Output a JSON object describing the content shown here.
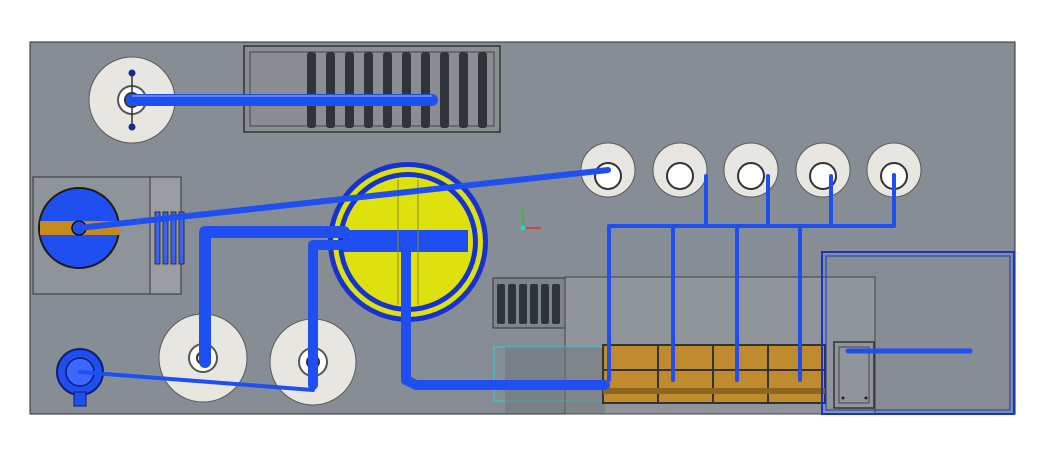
{
  "scene": {
    "view": "top",
    "colors": {
      "background": "#ffffff",
      "floor": "#868d95",
      "floor_outline": "#2a2e33",
      "pipe": "#1f4ff0",
      "pipe_dark": "#0f2fb8",
      "tank_fill": "#e8e6e1",
      "yellow_disc": "#dfe10f",
      "tray_brown": "#c08a2e",
      "louver_dark": "#2f3438",
      "outline_blue": "#1632d0",
      "vent_grey": "#8b8f94"
    },
    "legend": [],
    "equipment": [
      "round-tank",
      "louver-grille",
      "reactor-disc",
      "filter-housing",
      "pump-motor",
      "hopper-tray",
      "control-box",
      "coordinate-gizmo"
    ]
  }
}
